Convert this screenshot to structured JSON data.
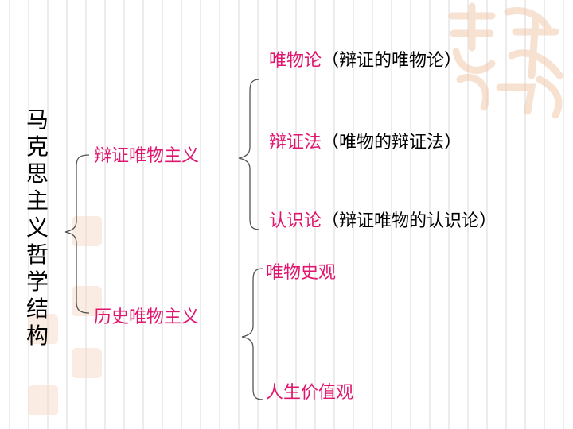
{
  "title": "马克思主义哲学结构",
  "branches": [
    {
      "label": "辩证唯物主义",
      "items": [
        {
          "term": "唯物论",
          "note": "（辩证的唯物论）"
        },
        {
          "term": "辩证法",
          "note": "（唯物的辩证法）"
        },
        {
          "term": "认识论",
          "note": "（辩证唯物的认识论）"
        }
      ]
    },
    {
      "label": "历史唯物主义",
      "items": [
        {
          "term": "唯物史观"
        },
        {
          "term": "人生价值观"
        }
      ]
    }
  ],
  "colors": {
    "accent": "#e0156e",
    "text": "#000000",
    "decor": "#f2c9ad"
  }
}
